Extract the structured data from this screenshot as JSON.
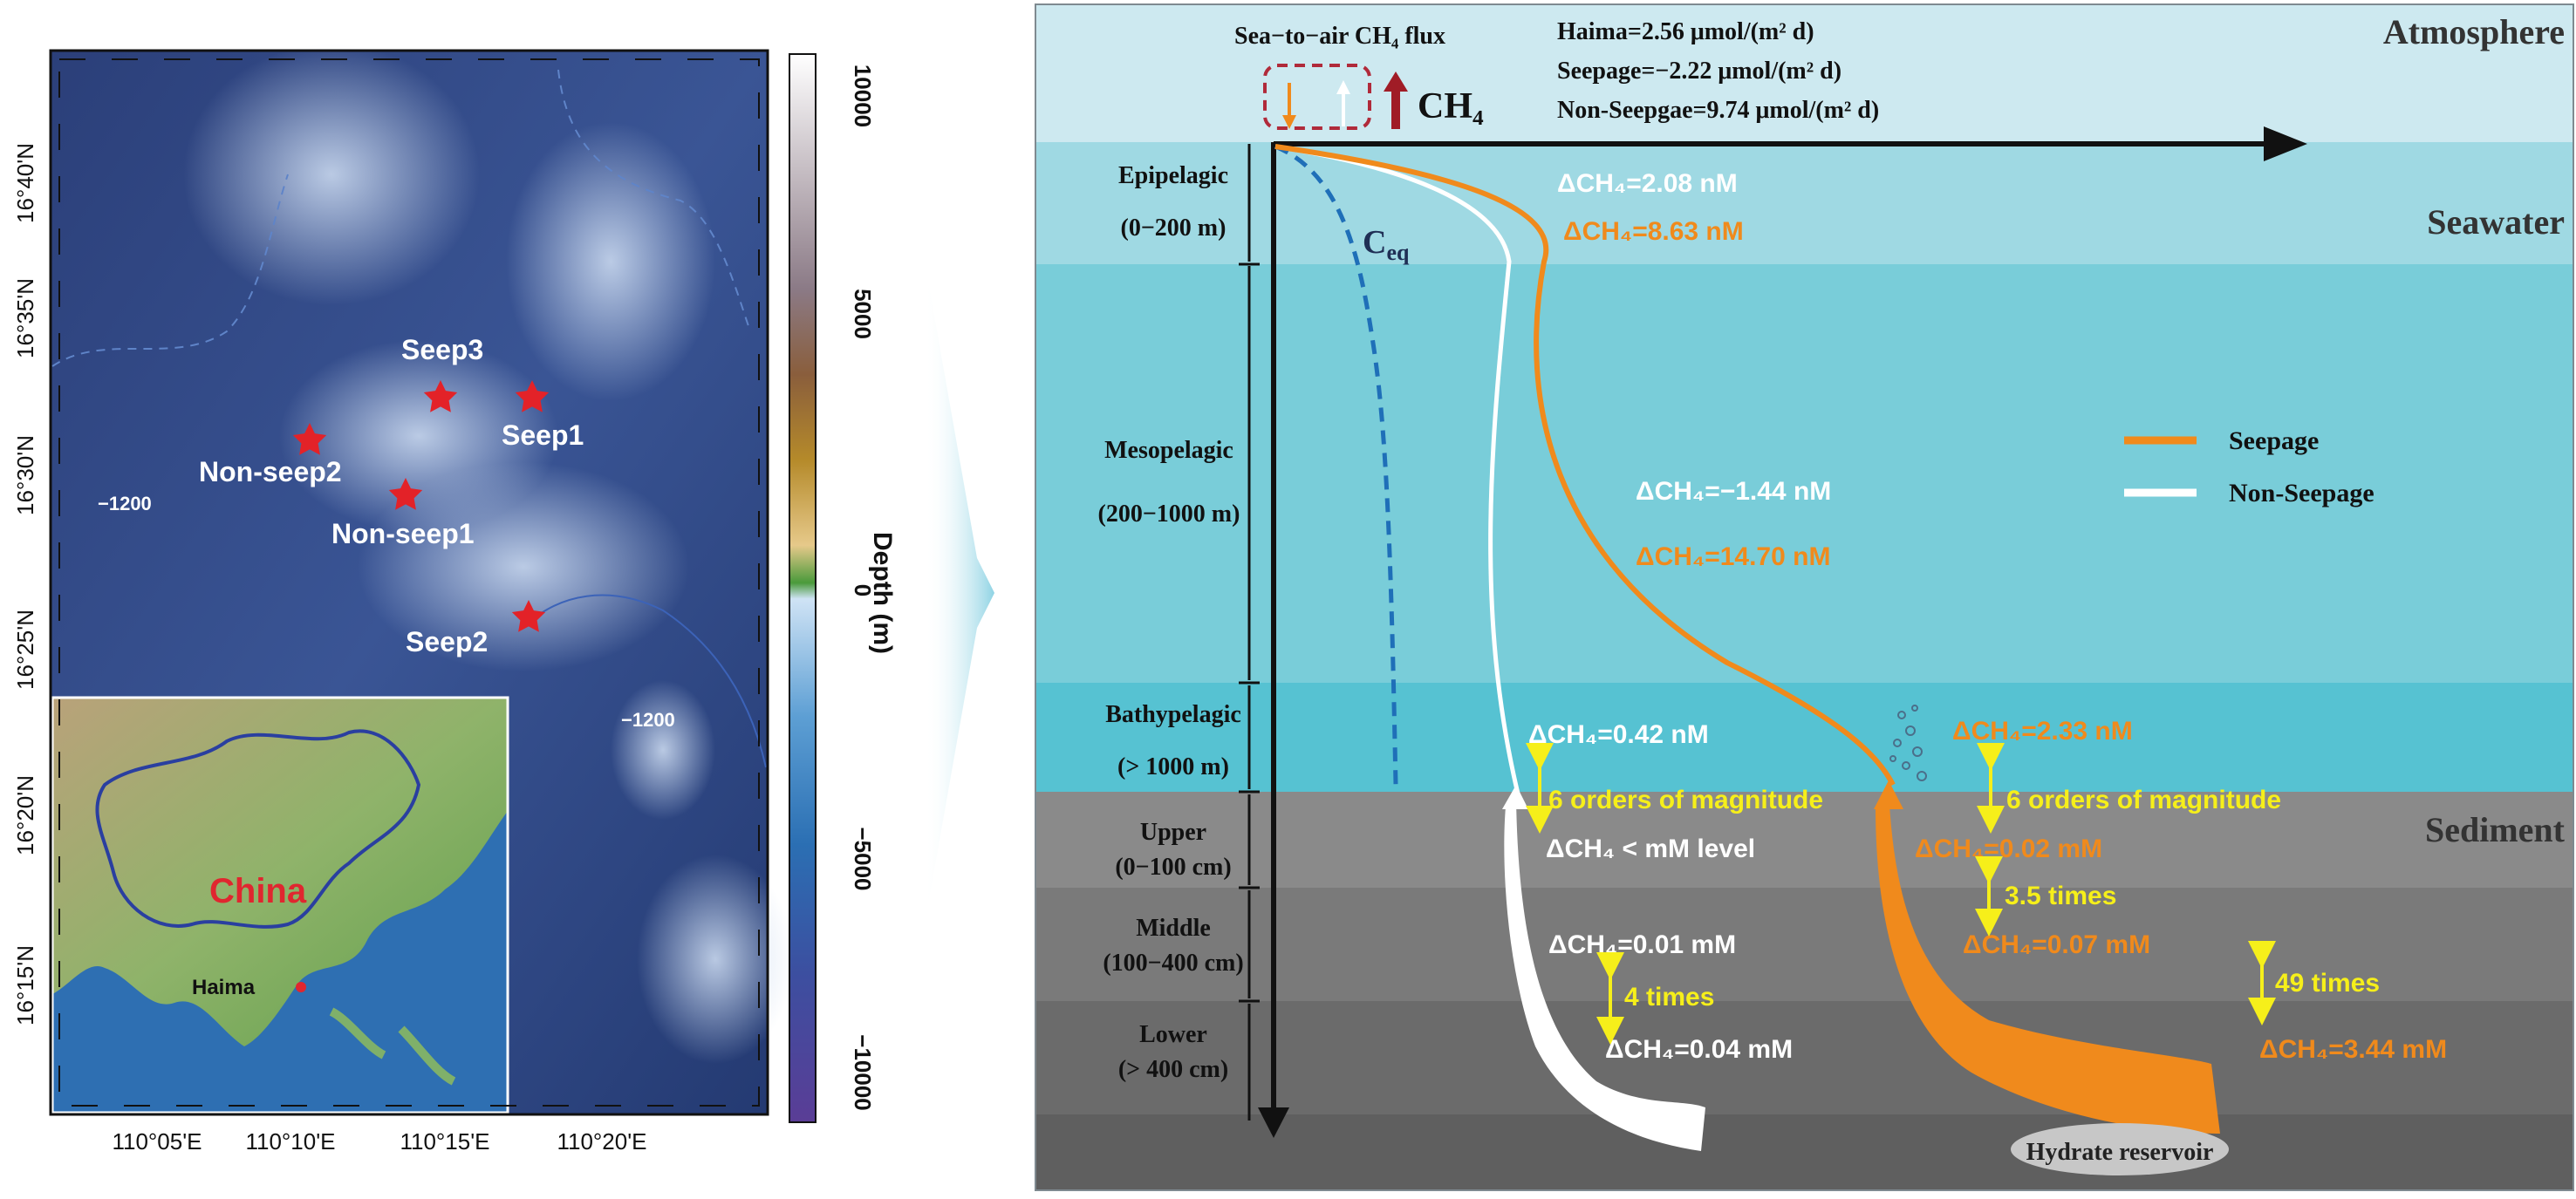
{
  "map": {
    "lat_ticks": [
      "16°40'N",
      "16°35'N",
      "16°30'N",
      "16°25'N",
      "16°20'N",
      "16°15'N"
    ],
    "lon_ticks": [
      "110°05'E",
      "110°10'E",
      "110°15'E",
      "110°20'E"
    ],
    "sites": [
      "Seep3",
      "Seep1",
      "Non-seep2",
      "Non-seep1",
      "Seep2"
    ],
    "contour_labels": [
      "−1200",
      "−1200"
    ],
    "inset_country": "China",
    "inset_site": "Haima",
    "colorbar": {
      "ticks": [
        "10000",
        "5000",
        "0",
        "−5000",
        "−10000"
      ],
      "label": "Depth (m)"
    }
  },
  "diagram": {
    "zones": {
      "atmosphere": "Atmosphere",
      "seawater": "Seawater",
      "sediment": "Sediment"
    },
    "flux": {
      "title": "Sea−to−air CH₄ flux",
      "gas": "CH₄",
      "haima": "Haima=2.56 μmol/(m² d)",
      "seepage": "Seepage=−2.22 μmol/(m² d)",
      "nonseepage": "Non-Seepgae=9.74 μmol/(m² d)"
    },
    "layers": {
      "epi_name": "Epipelagic",
      "epi_range": "(0−200 m)",
      "meso_name": "Mesopelagic",
      "meso_range": "(200−1000 m)",
      "bathy_name": "Bathypelagic",
      "bathy_range": "(> 1000 m)",
      "upper_name": "Upper",
      "upper_range": "(0−100 cm)",
      "middle_name": "Middle",
      "middle_range": "(100−400 cm)",
      "lower_name": "Lower",
      "lower_range": "(> 400 cm)"
    },
    "ceq_main": "C",
    "ceq_sub": "eq",
    "legend": {
      "seepage": "Seepage",
      "nonseepage": "Non-Seepage"
    },
    "labels": {
      "epi_non": "ΔCH₄=2.08 nM",
      "epi_seep": "ΔCH₄=8.63 nM",
      "meso_non": "ΔCH₄=−1.44 nM",
      "meso_seep": "ΔCH₄=14.70 nM",
      "bathy_non": "ΔCH₄=0.42 nM",
      "bathy_seep": "ΔCH₄=2.33 nM",
      "orders_non": "6 orders of magnitude",
      "orders_seep": "6 orders of magnitude",
      "upper_non": "ΔCH₄ < mM level",
      "upper_seep": "ΔCH₄=0.02 mM",
      "factor_35": "3.5 times",
      "middle_seep": "ΔCH₄=0.07 mM",
      "middle_non": "ΔCH₄=0.01 mM",
      "factor_4": "4 times",
      "lower_non": "ΔCH₄=0.04 mM",
      "factor_49": "49 times",
      "lower_seep": "ΔCH₄=3.44 mM",
      "hydrate": "Hydrate reservoir"
    },
    "colors": {
      "seepage": "#f08a1c",
      "nonseepage": "#ffffff",
      "factor": "#f6ef1a"
    }
  }
}
